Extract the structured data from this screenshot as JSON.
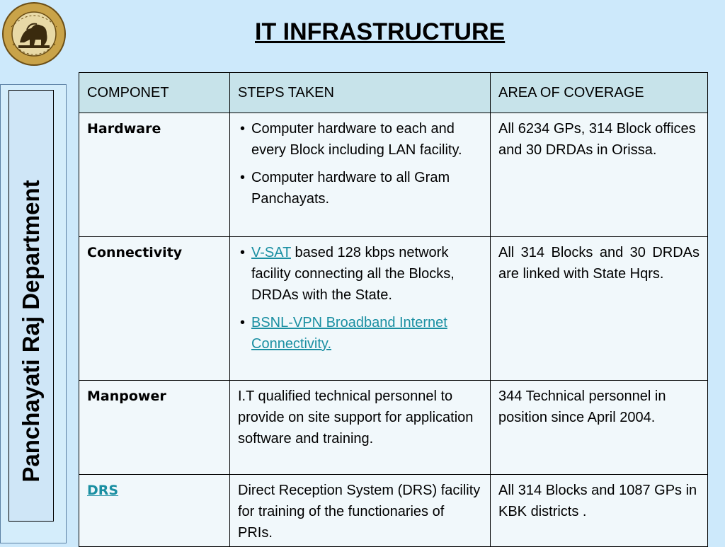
{
  "title": "IT INFRASTRUCTURE",
  "side_label": "Panchayati Raj Department",
  "colors": {
    "background": "#cde9fb",
    "header_row": "#c7e3ea",
    "link": "#1a8fa2"
  },
  "table": {
    "headers": [
      "COMPONET",
      "STEPS TAKEN",
      "AREA OF COVERAGE"
    ],
    "rows": [
      {
        "component": "Hardware",
        "steps": [
          "Computer hardware to each and every Block including LAN facility.",
          "Computer hardware to all Gram Panchayats."
        ],
        "coverage": "All 6234 GPs, 314 Block offices  and 30 DRDAs in Orissa."
      },
      {
        "component": "Connectivity",
        "steps": [
          {
            "link": "V-SAT",
            "text": " based 128 kbps network facility connecting all the Blocks, DRDAs with the State."
          },
          {
            "link": "BSNL-VPN Broadband Internet Connectivity."
          }
        ],
        "coverage": "All 314 Blocks and 30 DRDAs are linked with State Hqrs."
      },
      {
        "component": "Manpower",
        "steps": "I.T qualified technical personnel to provide on site support for application software and training.",
        "coverage": "344 Technical personnel in position since April 2004."
      },
      {
        "component": "DRS",
        "steps": "Direct Reception System (DRS) facility for training of the functionaries of PRIs.",
        "coverage": "All 314 Blocks and 1087 GPs in KBK districts ."
      }
    ]
  }
}
